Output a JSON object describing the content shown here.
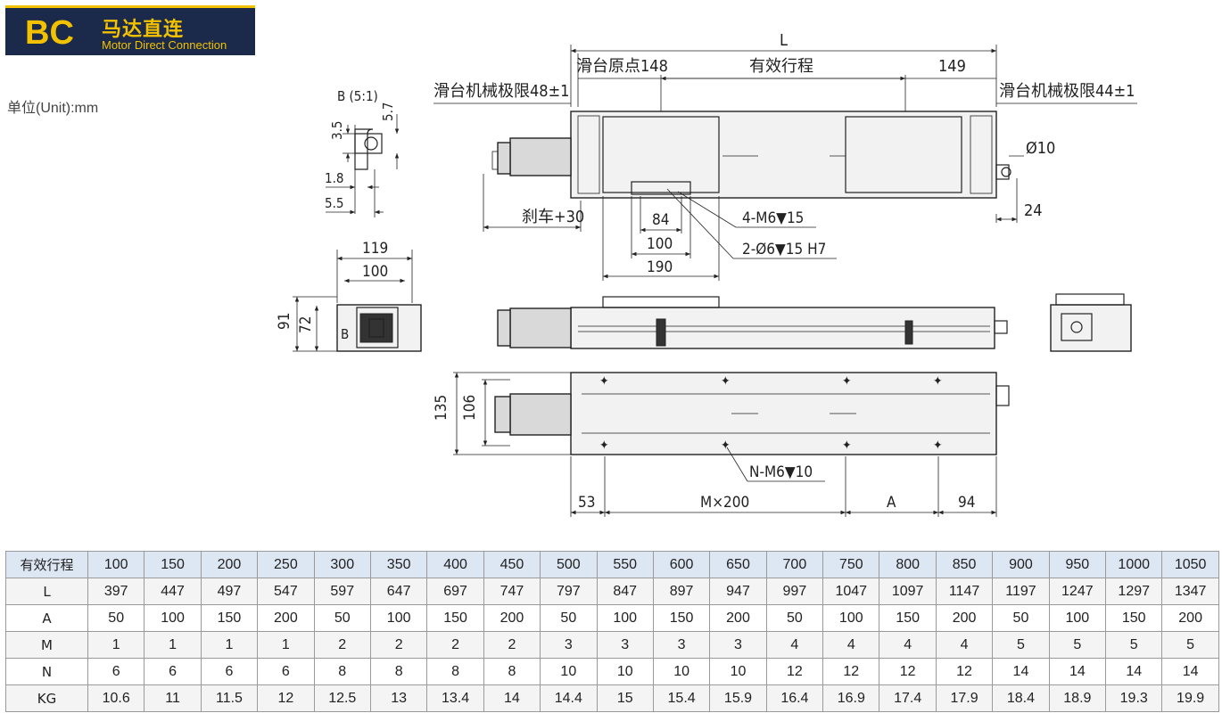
{
  "header": {
    "code": "BC",
    "title_cn": "马达直连",
    "title_en": "Motor Direct Connection"
  },
  "unit_label": "单位(Unit):mm",
  "drawing": {
    "detail_view_label": "B (5:1)",
    "detail_dims": [
      "3.5",
      "5.7",
      "1.8",
      "5.5"
    ],
    "dim_L": "L",
    "dim_origin": "滑台原点148",
    "dim_stroke": "有效行程",
    "dim_149": "149",
    "limit_left": "滑台机械极限48±1",
    "limit_right": "滑台机械极限44±1",
    "dia_10": "Ø10",
    "dim_24": "24",
    "brake": "刹车+30",
    "dim_84": "84",
    "dim_100_top": "100",
    "dim_190": "190",
    "hole_m6": "4-M6▼15",
    "hole_pin": "2-Ø6▼15 H7",
    "end_dim_119": "119",
    "end_dim_100": "100",
    "end_dim_91": "91",
    "end_dim_72": "72",
    "end_label_b": "B",
    "bottom_dim_135": "135",
    "bottom_dim_106": "106",
    "bottom_holes": "N-M6▼10",
    "bottom_dim_53": "53",
    "bottom_dim_M": "M×200",
    "bottom_dim_A": "A",
    "bottom_dim_94": "94"
  },
  "table": {
    "header_label": "有效行程",
    "strokes": [
      "100",
      "150",
      "200",
      "250",
      "300",
      "350",
      "400",
      "450",
      "500",
      "550",
      "600",
      "650",
      "700",
      "750",
      "800",
      "850",
      "900",
      "950",
      "1000",
      "1050"
    ],
    "rows": [
      {
        "label": "L",
        "values": [
          "397",
          "447",
          "497",
          "547",
          "597",
          "647",
          "697",
          "747",
          "797",
          "847",
          "897",
          "947",
          "997",
          "1047",
          "1097",
          "1147",
          "1197",
          "1247",
          "1297",
          "1347"
        ]
      },
      {
        "label": "A",
        "values": [
          "50",
          "100",
          "150",
          "200",
          "50",
          "100",
          "150",
          "200",
          "50",
          "100",
          "150",
          "200",
          "50",
          "100",
          "150",
          "200",
          "50",
          "100",
          "150",
          "200"
        ]
      },
      {
        "label": "M",
        "values": [
          "1",
          "1",
          "1",
          "1",
          "2",
          "2",
          "2",
          "2",
          "3",
          "3",
          "3",
          "3",
          "4",
          "4",
          "4",
          "4",
          "5",
          "5",
          "5",
          "5"
        ]
      },
      {
        "label": "N",
        "values": [
          "6",
          "6",
          "6",
          "6",
          "8",
          "8",
          "8",
          "8",
          "10",
          "10",
          "10",
          "10",
          "12",
          "12",
          "12",
          "12",
          "14",
          "14",
          "14",
          "14"
        ]
      },
      {
        "label": "KG",
        "values": [
          "10.6",
          "11",
          "11.5",
          "12",
          "12.5",
          "13",
          "13.4",
          "14",
          "14.4",
          "15",
          "15.4",
          "15.9",
          "16.4",
          "16.9",
          "17.4",
          "17.9",
          "18.4",
          "18.9",
          "19.3",
          "19.9"
        ]
      }
    ]
  }
}
